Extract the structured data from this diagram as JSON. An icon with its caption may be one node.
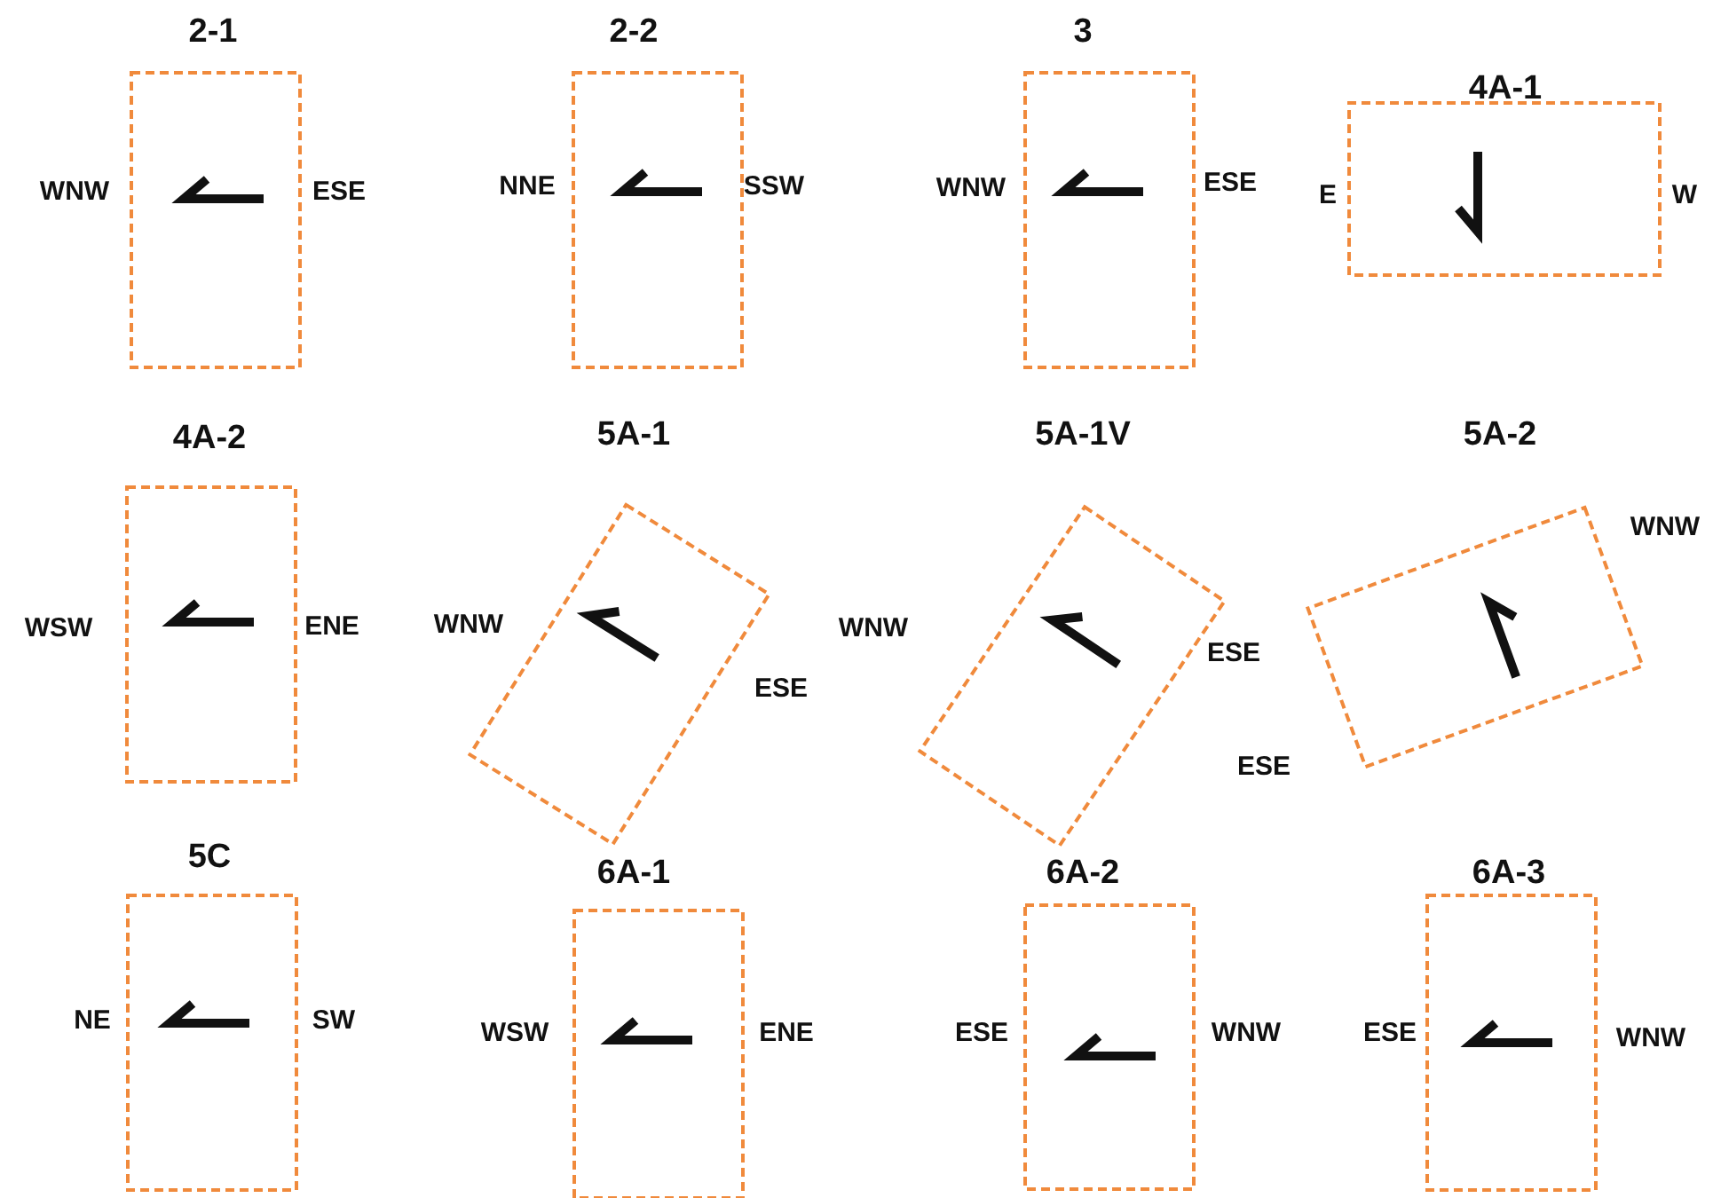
{
  "diagram": {
    "nodes": [
      {
        "text": [
          "2-1"
        ],
        "beside": [
          "WNW",
          "ESE"
        ]
      },
      {
        "text": [
          "2-2"
        ],
        "beside": [
          "NNE",
          "SSW"
        ]
      },
      {
        "text": [
          "3"
        ],
        "beside": [
          "WNW",
          "ESE"
        ]
      },
      {
        "text": [
          "4A-1"
        ],
        "beside": [
          "E",
          "W"
        ]
      },
      {
        "text": [
          "4A-2"
        ],
        "beside": [
          "WSW",
          "ENE"
        ]
      },
      {
        "text": [
          "5A-1"
        ],
        "beside": [
          "WNW",
          "ESE"
        ]
      },
      {
        "text": [
          "5A-1V"
        ],
        "beside": [
          "WNW",
          "ESE"
        ]
      },
      {
        "text": [
          "5A-2"
        ],
        "beside": [
          "WNW",
          "ESE"
        ]
      },
      {
        "text": [
          "5C"
        ],
        "beside": [
          "NE",
          "SW"
        ]
      },
      {
        "text": [
          "6A-1"
        ],
        "beside": [
          "WSW",
          "ENE"
        ]
      },
      {
        "text": [
          "6A-2"
        ],
        "beside": [
          "ESE",
          "WNW"
        ]
      },
      {
        "text": [
          "6A-3"
        ],
        "beside": [
          "ESE",
          "WNW"
        ]
      }
    ]
  }
}
